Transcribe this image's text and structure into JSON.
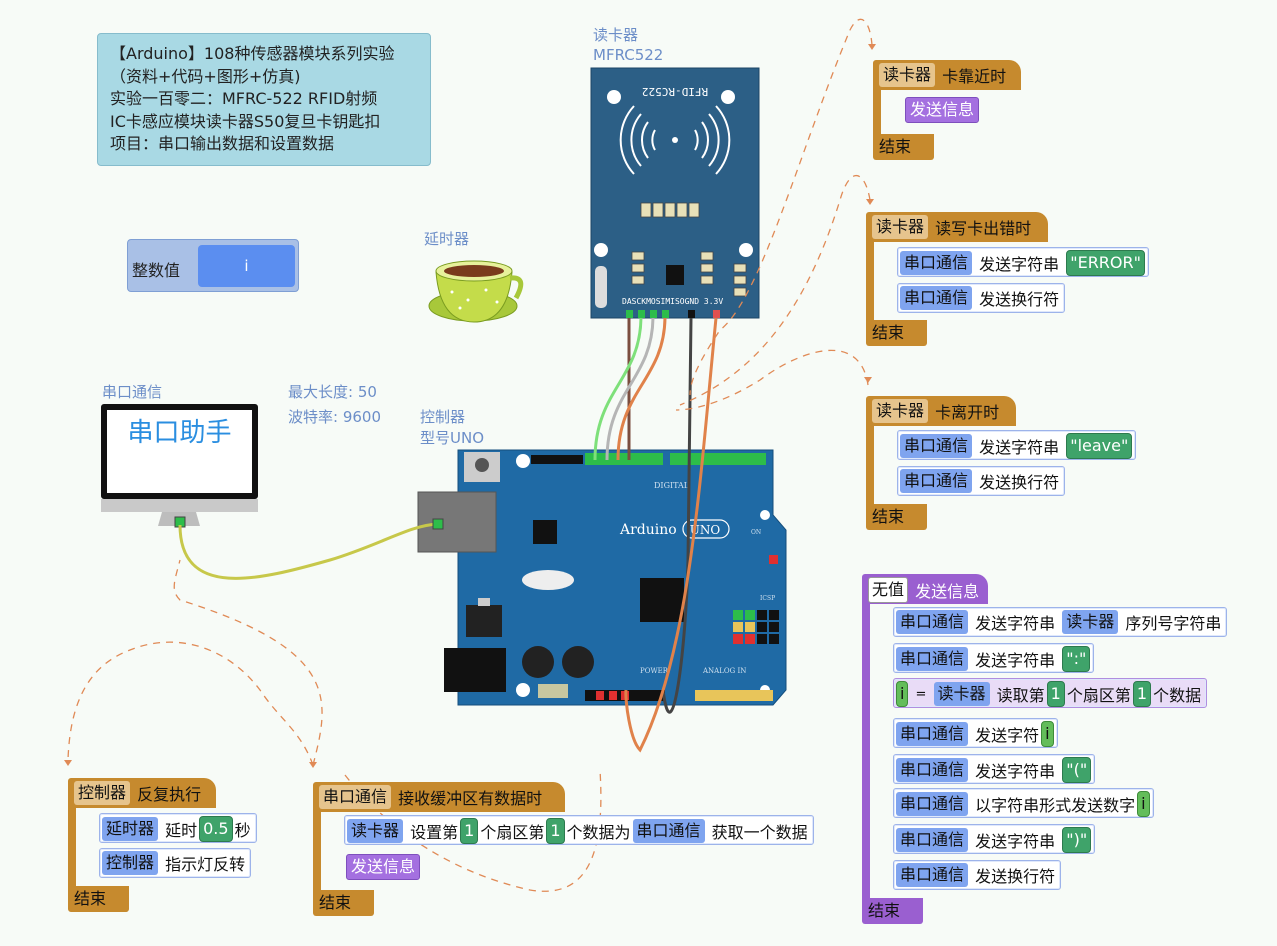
{
  "title_box": {
    "lines": [
      "【Arduino】108种传感器模块系列实验",
      "（资料+代码+图形+仿真)",
      "实验一百零二：MFRC-522 RFID射频",
      "IC卡感应模块读卡器S50复旦卡钥匙扣",
      "项目：串口输出数据和设置数据"
    ]
  },
  "variable": {
    "type_label": "整数值",
    "name": "i"
  },
  "rfid": {
    "label": "读卡器",
    "model": "MFRC522",
    "board_text": "RFID-RC522",
    "pins": "DASCKMOSIMISOGND 3.3V"
  },
  "delay_component": {
    "label": "延时器"
  },
  "serial_monitor": {
    "label": "串口通信",
    "screen_text": "串口助手",
    "max_length": "最大长度: 50",
    "baud": "波特率: 9600"
  },
  "controller": {
    "label": "控制器",
    "model": "型号UNO",
    "board_name": "Arduino",
    "board_model": "UNO",
    "digital": "DIGITAL",
    "power": "POWER",
    "analog": "ANALOG IN",
    "icsp": "ICSP",
    "on": "ON"
  },
  "blocks": {
    "card_near": {
      "device": "读卡器",
      "event": "卡靠近时",
      "call": "发送信息",
      "end": "结束"
    },
    "card_error": {
      "device": "读卡器",
      "event": "读写卡出错时",
      "s1_dev": "串口通信",
      "s1_act": "发送字符串",
      "s1_val": "\"ERROR\"",
      "s2_dev": "串口通信",
      "s2_act": "发送换行符",
      "end": "结束"
    },
    "card_leave": {
      "device": "读卡器",
      "event": "卡离开时",
      "s1_dev": "串口通信",
      "s1_act": "发送字符串",
      "s1_val": "\"leave\"",
      "s2_dev": "串口通信",
      "s2_act": "发送换行符",
      "end": "结束"
    },
    "send_info_func": {
      "ret": "无值",
      "name": "发送信息",
      "r1": {
        "dev": "串口通信",
        "act": "发送字符串",
        "dev2": "读卡器",
        "act2": "序列号字符串"
      },
      "r2": {
        "dev": "串口通信",
        "act": "发送字符串",
        "val": "\":\""
      },
      "r3": {
        "var": "i",
        "eq": "=",
        "dev": "读卡器",
        "a1": "读取第",
        "n1": "1",
        "a2": "个扇区第",
        "n2": "1",
        "a3": "个数据"
      },
      "r4": {
        "dev": "串口通信",
        "act": "发送字符",
        "var": "i"
      },
      "r5": {
        "dev": "串口通信",
        "act": "发送字符串",
        "val": "\"(\""
      },
      "r6": {
        "dev": "串口通信",
        "act": "以字符串形式发送数字",
        "var": "i"
      },
      "r7": {
        "dev": "串口通信",
        "act": "发送字符串",
        "val": "\")\""
      },
      "r8": {
        "dev": "串口通信",
        "act": "发送换行符"
      },
      "end": "结束"
    },
    "loop": {
      "dev": "控制器",
      "act": "反复执行",
      "r1_dev": "延时器",
      "r1_act": "延时",
      "r1_val": "0.5",
      "r1_unit": "秒",
      "r2_dev": "控制器",
      "r2_act": "指示灯反转",
      "end": "结束"
    },
    "serial_recv": {
      "dev": "串口通信",
      "event": "接收缓冲区有数据时",
      "r1_dev": "读卡器",
      "r1_a1": "设置第",
      "r1_n1": "1",
      "r1_a2": "个扇区第",
      "r1_n2": "1",
      "r1_a3": "个数据为",
      "r1_dev2": "串口通信",
      "r1_a4": "获取一个数据",
      "call": "发送信息",
      "end": "结束"
    }
  },
  "colors": {
    "event_hat": "#c68a2e",
    "func_hat": "#9a5fd0",
    "device_chip": "#7fa4ef",
    "value_chip": "#3fa36a",
    "board": "#1f6aa5",
    "rfid_board": "#2c5f86"
  }
}
